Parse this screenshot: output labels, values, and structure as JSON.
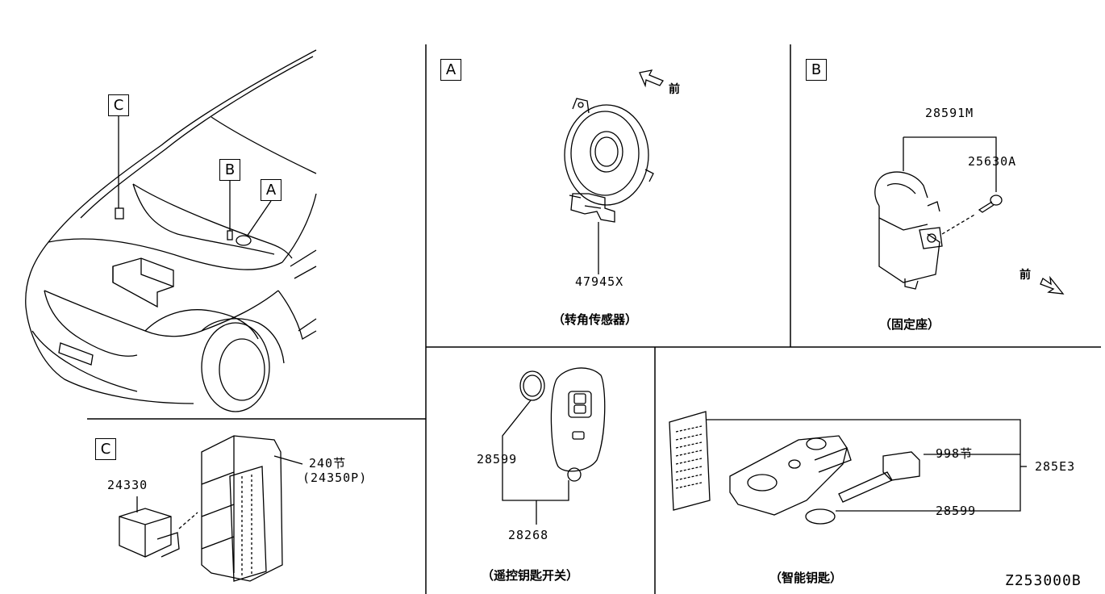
{
  "panels": {
    "car": {
      "callouts": [
        "C",
        "B",
        "A"
      ]
    },
    "A": {
      "tag": "A",
      "front": "前",
      "part": "47945X",
      "caption": "（转角传感器）"
    },
    "B": {
      "tag": "B",
      "front": "前",
      "part_main": "28591M",
      "part_screw": "25630A",
      "caption": "（固定座）"
    },
    "C": {
      "tag": "C",
      "part_relay": "24330",
      "part_box": "240节",
      "part_box_alt": "(24350P)"
    },
    "remote": {
      "part_battery": "28599",
      "part_fob": "28268",
      "caption": "（遥控钥匙开关）"
    },
    "smart": {
      "part_key": "998节",
      "part_set": "285E3",
      "part_battery": "28599",
      "caption": "（智能钥匙）"
    }
  },
  "diagram_id": "Z253000B"
}
